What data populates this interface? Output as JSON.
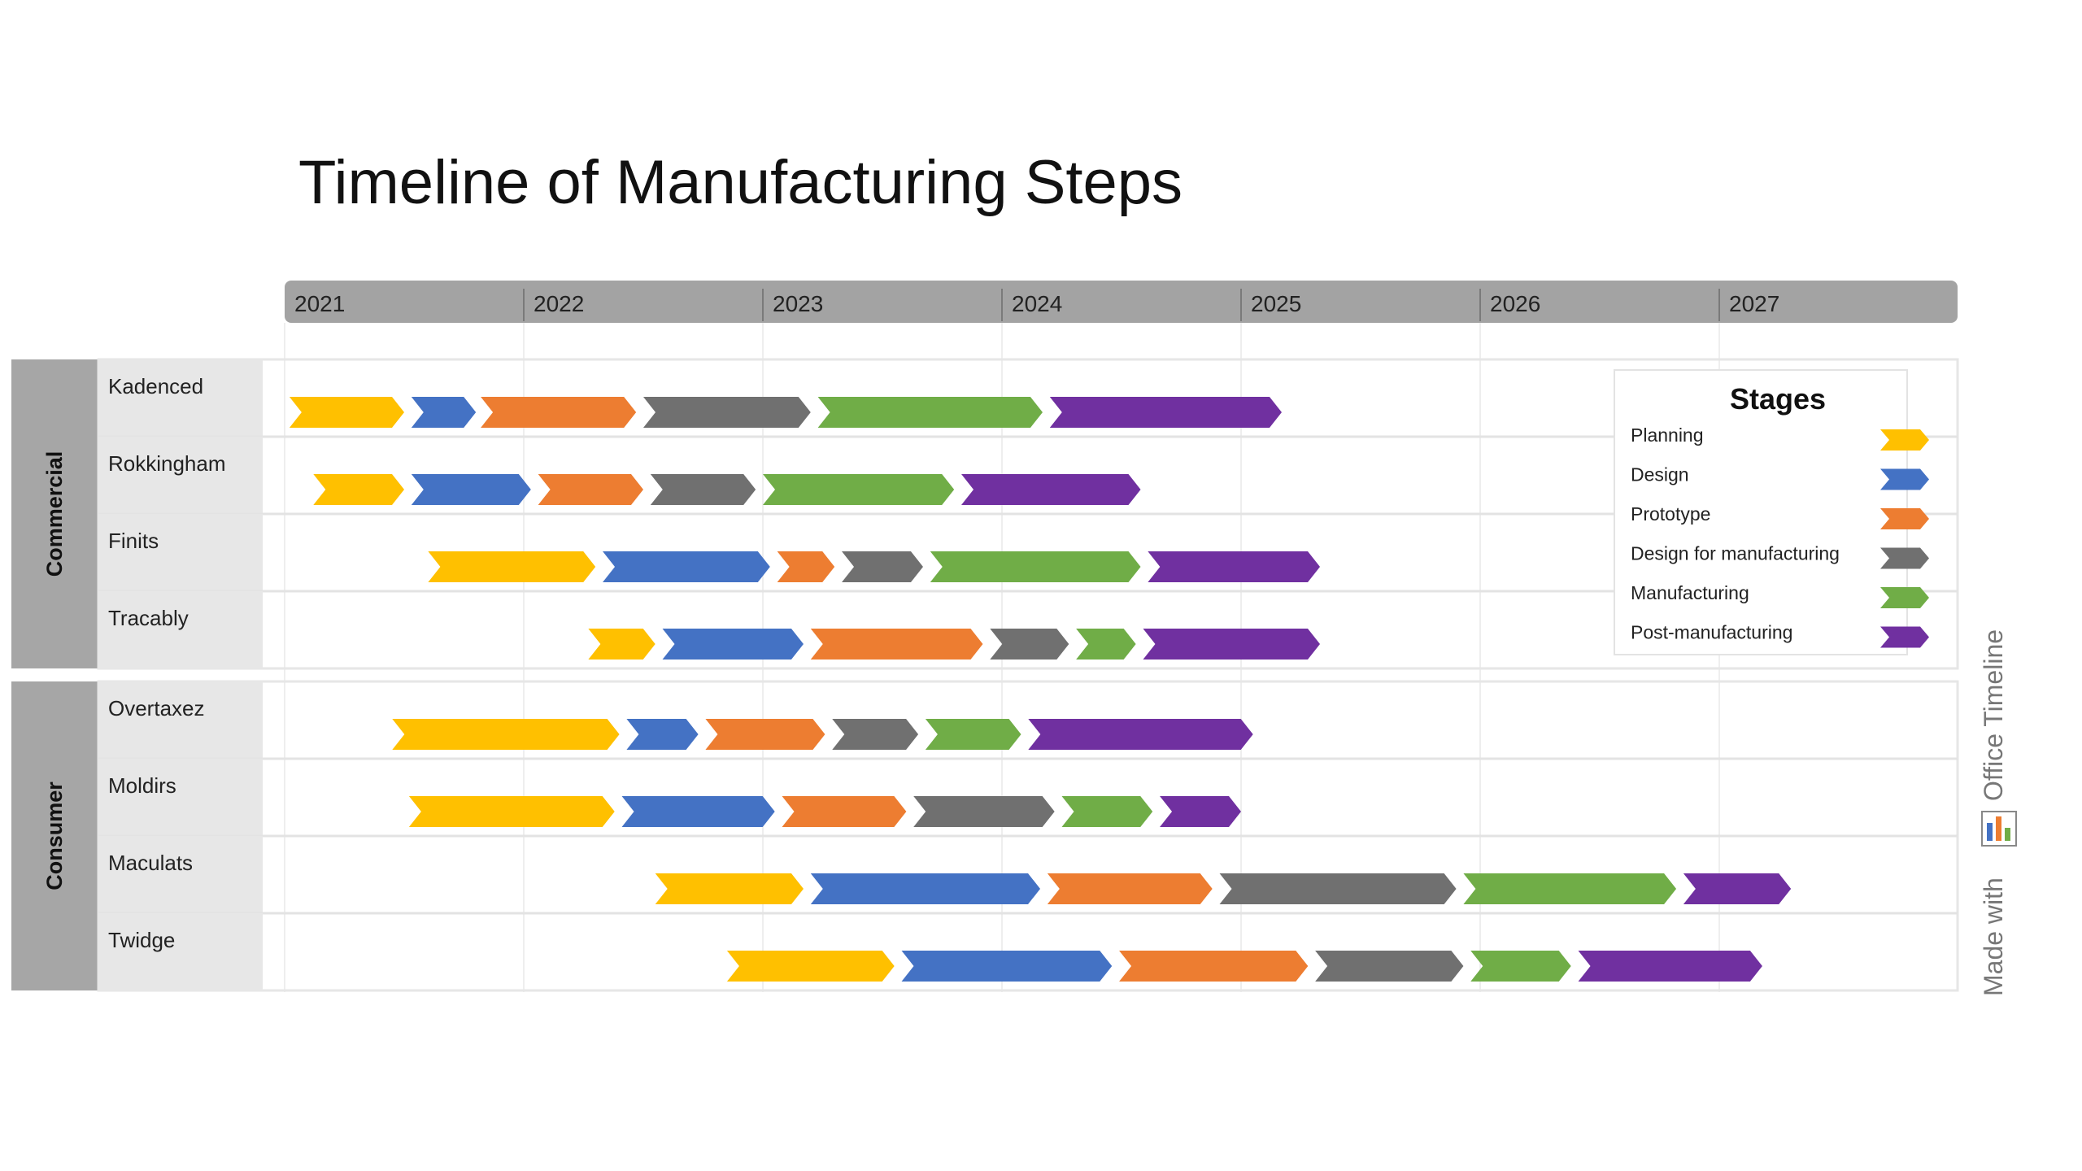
{
  "chart_data": {
    "type": "gantt",
    "title": "Timeline of Manufacturing Steps",
    "years": [
      "2021",
      "2022",
      "2023",
      "2024",
      "2025",
      "2026",
      "2027"
    ],
    "x_range": [
      2021.0,
      2028.0
    ],
    "legend": {
      "title": "Stages",
      "placement": "top-right",
      "items": [
        {
          "label": "Planning",
          "color": "#FFC000"
        },
        {
          "label": "Design",
          "color": "#4472C4"
        },
        {
          "label": "Prototype",
          "color": "#ED7D31"
        },
        {
          "label": "Design for manufacturing",
          "color": "#707070"
        },
        {
          "label": "Manufacturing",
          "color": "#70AD47"
        },
        {
          "label": "Post-manufacturing",
          "color": "#7030A0"
        }
      ]
    },
    "groups": [
      {
        "name": "Commercial",
        "rows": [
          {
            "name": "Kadenced",
            "segments": [
              [
                2021.02,
                2021.5
              ],
              [
                2021.53,
                2021.8
              ],
              [
                2021.82,
                2022.47
              ],
              [
                2022.5,
                2023.2
              ],
              [
                2023.23,
                2024.17
              ],
              [
                2024.2,
                2025.17
              ]
            ]
          },
          {
            "name": "Rokkingham",
            "segments": [
              [
                2021.12,
                2021.5
              ],
              [
                2021.53,
                2022.03
              ],
              [
                2022.06,
                2022.5
              ],
              [
                2022.53,
                2022.97
              ],
              [
                2023.0,
                2023.8
              ],
              [
                2023.83,
                2024.58
              ]
            ]
          },
          {
            "name": "Finits",
            "segments": [
              [
                2021.6,
                2022.3
              ],
              [
                2022.33,
                2023.03
              ],
              [
                2023.06,
                2023.3
              ],
              [
                2023.33,
                2023.67
              ],
              [
                2023.7,
                2024.58
              ],
              [
                2024.61,
                2025.33
              ]
            ]
          },
          {
            "name": "Tracably",
            "segments": [
              [
                2022.27,
                2022.55
              ],
              [
                2022.58,
                2023.17
              ],
              [
                2023.2,
                2023.92
              ],
              [
                2023.95,
                2024.28
              ],
              [
                2024.31,
                2024.56
              ],
              [
                2024.59,
                2025.33
              ]
            ]
          }
        ]
      },
      {
        "name": "Consumer",
        "rows": [
          {
            "name": "Overtaxez",
            "segments": [
              [
                2021.45,
                2022.4
              ],
              [
                2022.43,
                2022.73
              ],
              [
                2022.76,
                2023.26
              ],
              [
                2023.29,
                2023.65
              ],
              [
                2023.68,
                2024.08
              ],
              [
                2024.11,
                2025.05
              ]
            ]
          },
          {
            "name": "Moldirs",
            "segments": [
              [
                2021.52,
                2022.38
              ],
              [
                2022.41,
                2023.05
              ],
              [
                2023.08,
                2023.6
              ],
              [
                2023.63,
                2024.22
              ],
              [
                2024.25,
                2024.63
              ],
              [
                2024.66,
                2025.0
              ]
            ]
          },
          {
            "name": "Maculats",
            "segments": [
              [
                2022.55,
                2023.17
              ],
              [
                2023.2,
                2024.16
              ],
              [
                2024.19,
                2024.88
              ],
              [
                2024.91,
                2025.9
              ],
              [
                2025.93,
                2026.82
              ],
              [
                2026.85,
                2027.3
              ]
            ]
          },
          {
            "name": "Twidge",
            "segments": [
              [
                2022.85,
                2023.55
              ],
              [
                2023.58,
                2024.46
              ],
              [
                2024.49,
                2025.28
              ],
              [
                2025.31,
                2025.93
              ],
              [
                2025.96,
                2026.38
              ],
              [
                2026.41,
                2027.18
              ]
            ]
          }
        ]
      }
    ]
  },
  "credit": {
    "prefix": "Made with",
    "brand": "Office Timeline",
    "icon": "office-timeline-logo-icon"
  }
}
